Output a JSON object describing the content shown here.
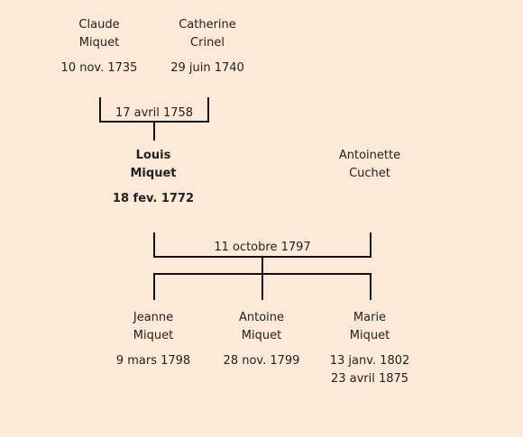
{
  "parents": {
    "father": {
      "given": "Claude",
      "family": "Miquet",
      "birth": "10 nov. 1735"
    },
    "mother": {
      "given": "Catherine",
      "family": "Crinel",
      "birth": "29 juin 1740"
    },
    "marriage": "17 avril 1758"
  },
  "subject": {
    "given": "Louis",
    "family": "Miquet",
    "birth": "18 fev. 1772"
  },
  "spouse": {
    "given": "Antoinette",
    "family": "Cuchet"
  },
  "marriage": "11 octobre 1797",
  "children": [
    {
      "given": "Jeanne",
      "family": "Miquet",
      "birth": "9 mars 1798"
    },
    {
      "given": "Antoine",
      "family": "Miquet",
      "birth": "28 nov. 1799"
    },
    {
      "given": "Marie",
      "family": "Miquet",
      "birth": "13 janv. 1802",
      "death": "23 avril 1875"
    }
  ]
}
